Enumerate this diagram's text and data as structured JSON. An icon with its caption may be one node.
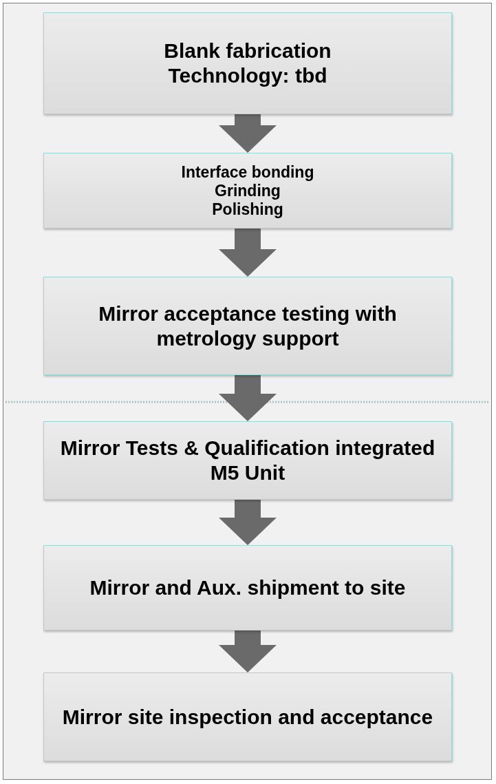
{
  "diagram": {
    "nodes": [
      {
        "text": [
          "Blank fabrication",
          "Technology: tbd"
        ]
      },
      {
        "text": [
          "Interface bonding",
          "Grinding",
          "Polishing"
        ]
      },
      {
        "text": [
          "Mirror acceptance testing with metrology support"
        ]
      },
      {
        "text": [
          "Mirror Tests & Qualification integrated M5 Unit"
        ]
      },
      {
        "text": [
          "Mirror and Aux. shipment to site"
        ]
      },
      {
        "text": [
          "Mirror site inspection and acceptance"
        ]
      }
    ],
    "edges": [
      {
        "from": 0,
        "to": 1,
        "arrow": "to"
      },
      {
        "from": 1,
        "to": 2,
        "arrow": "to"
      },
      {
        "from": 2,
        "to": 3,
        "arrow": "to"
      },
      {
        "from": 3,
        "to": 4,
        "arrow": "to"
      },
      {
        "from": 4,
        "to": 5,
        "arrow": "to"
      }
    ]
  }
}
